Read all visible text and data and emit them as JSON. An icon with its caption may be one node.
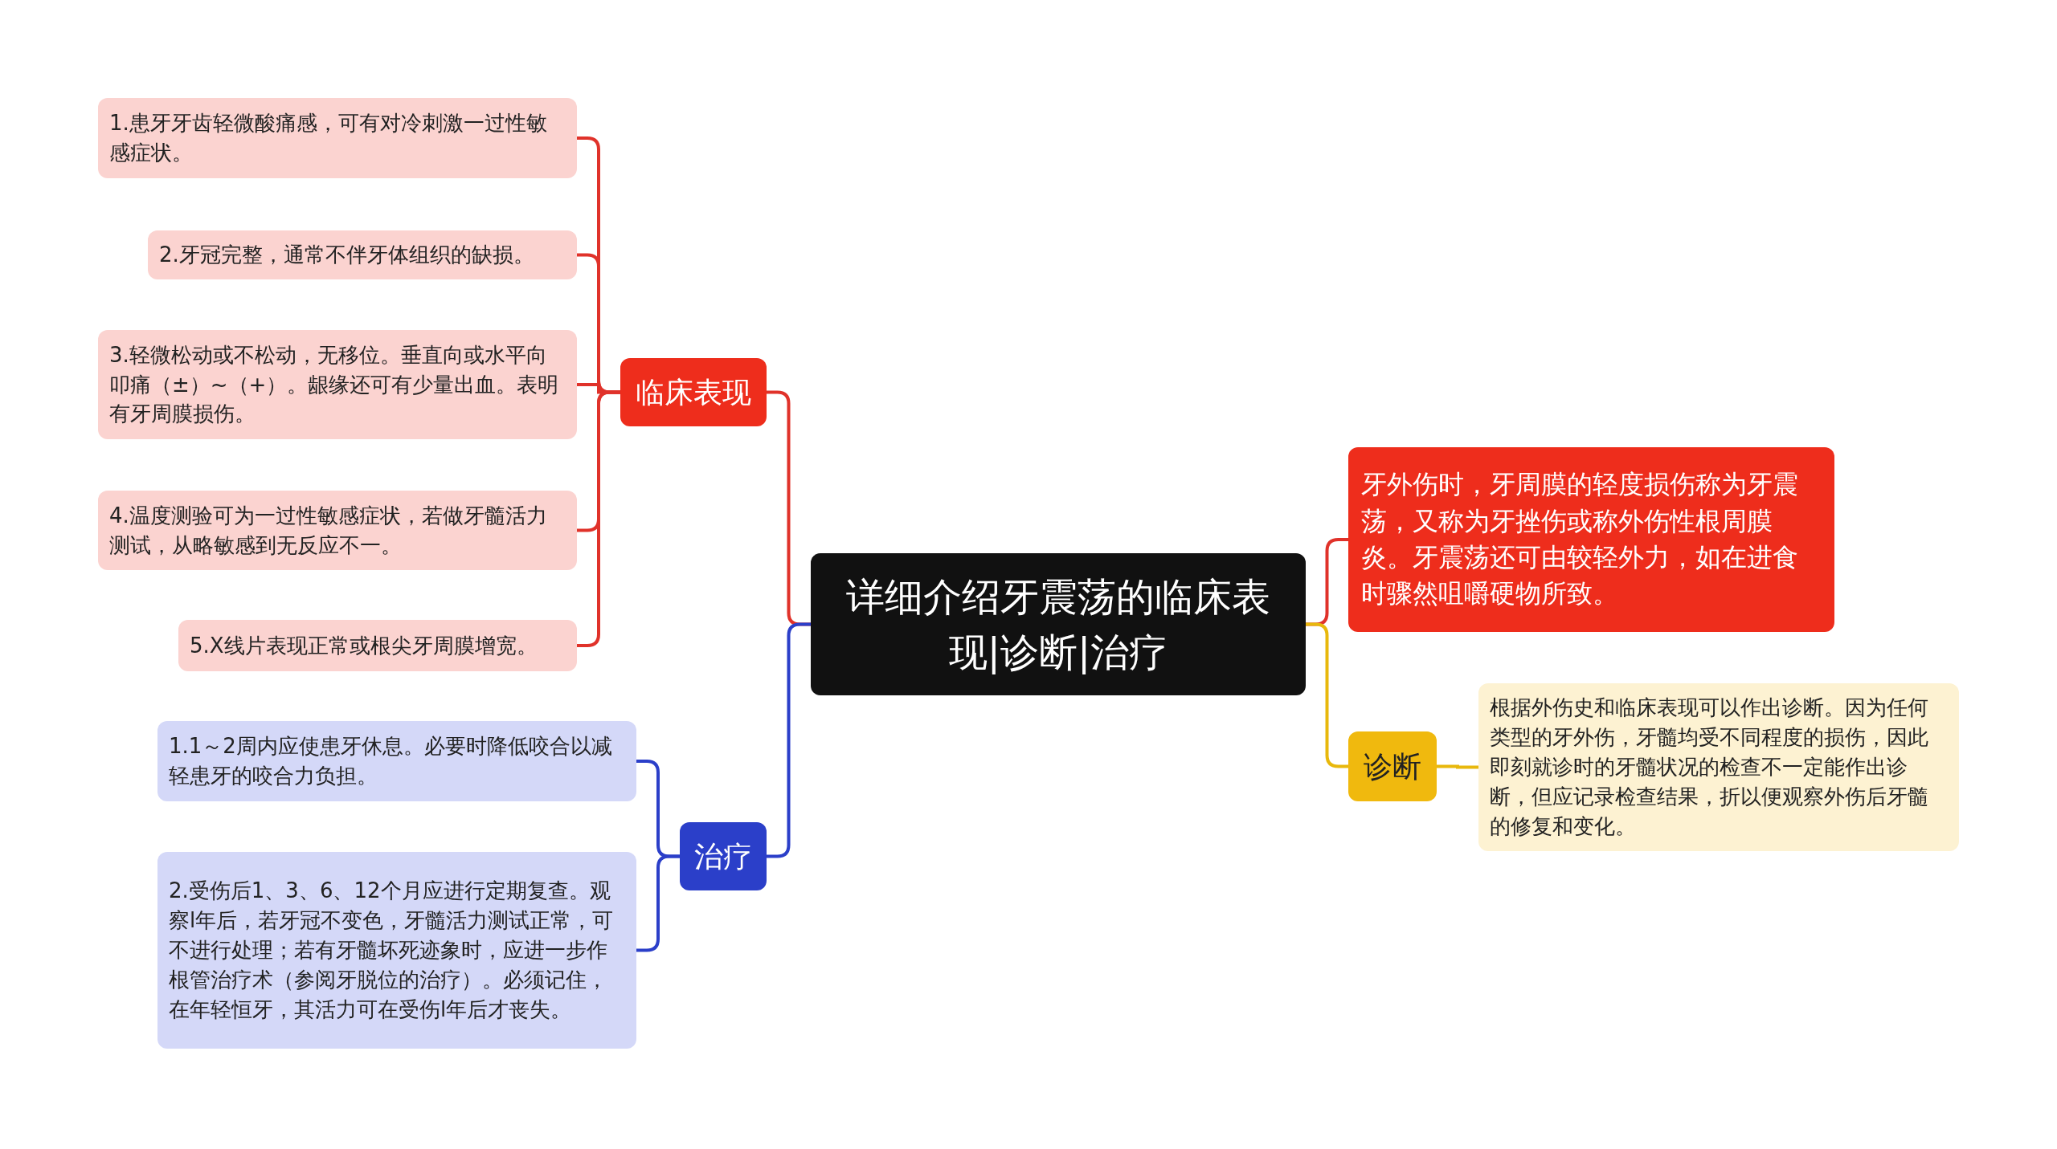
{
  "diagram": {
    "nodes": [
      {
        "text": [
          "详细介绍牙震荡的临床表现|诊断|治疗"
        ]
      },
      {
        "text": [
          "临床表现"
        ]
      },
      {
        "text": [
          "1.患牙牙齿轻微酸痛感，可有对冷刺激一过性敏感症状。"
        ]
      },
      {
        "text": [
          "2.牙冠完整，通常不伴牙体组织的缺损。"
        ]
      },
      {
        "text": [
          "3.轻微松动或不松动，无移位。垂直向或水平向叩痛（±）~（+）。龈缘还可有少量出血。表明有牙周膜损伤。"
        ]
      },
      {
        "text": [
          "4.温度测验可为一过性敏感症状，若做牙髓活力测试，从略敏感到无反应不一。"
        ]
      },
      {
        "text": [
          "5.X线片表现正常或根尖牙周膜增宽。"
        ]
      },
      {
        "text": [
          "治疗"
        ]
      },
      {
        "text": [
          "1.1～2周内应使患牙休息。必要时降低咬合以减轻患牙的咬合力负担。"
        ]
      },
      {
        "text": [
          "2.受伤后1、3、6、12个月应进行定期复查。观察l年后，若牙冠不变色，牙髓活力测试正常，可不进行处理；若有牙髓坏死迹象时，应进一步作根管治疗术（参阅牙脱位的治疗）。必须记住，在年轻恒牙，其活力可在受伤l年后才丧失。"
        ]
      },
      {
        "text": [
          "牙外伤时，牙周膜的轻度损伤称为牙震荡，又称为牙挫伤或称外伤性根周膜炎。牙震荡还可由较轻外力，如在进食时骤然咀嚼硬物所致。"
        ]
      },
      {
        "text": [
          "诊断"
        ]
      },
      {
        "text": [
          "根据外伤史和临床表现可以作出诊断。因为任何类型的牙外伤，牙髓均受不同程度的损伤，因此即刻就诊时的牙髓状况的检查不一定能作出诊断，但应记录检查结果，折以便观察外伤后牙髓的修复和变化。"
        ]
      }
    ],
    "edges": [
      {
        "from": 0,
        "to": 1,
        "arrow": "none"
      },
      {
        "from": 1,
        "to": 2,
        "arrow": "none"
      },
      {
        "from": 1,
        "to": 3,
        "arrow": "none"
      },
      {
        "from": 1,
        "to": 4,
        "arrow": "none"
      },
      {
        "from": 1,
        "to": 5,
        "arrow": "none"
      },
      {
        "from": 1,
        "to": 6,
        "arrow": "none"
      },
      {
        "from": 0,
        "to": 7,
        "arrow": "none",
        "color": "#2b3fc9"
      },
      {
        "from": 7,
        "to": 8,
        "arrow": "none",
        "color": "#2b3fc9"
      },
      {
        "from": 7,
        "to": 9,
        "arrow": "none",
        "color": "#2b3fc9"
      },
      {
        "from": 0,
        "to": 10,
        "arrow": "none"
      },
      {
        "from": 0,
        "to": 11,
        "arrow": "none",
        "color": "#e8b80c"
      },
      {
        "from": 11,
        "to": 12,
        "arrow": "none",
        "color": "#e8b80c"
      }
    ]
  }
}
